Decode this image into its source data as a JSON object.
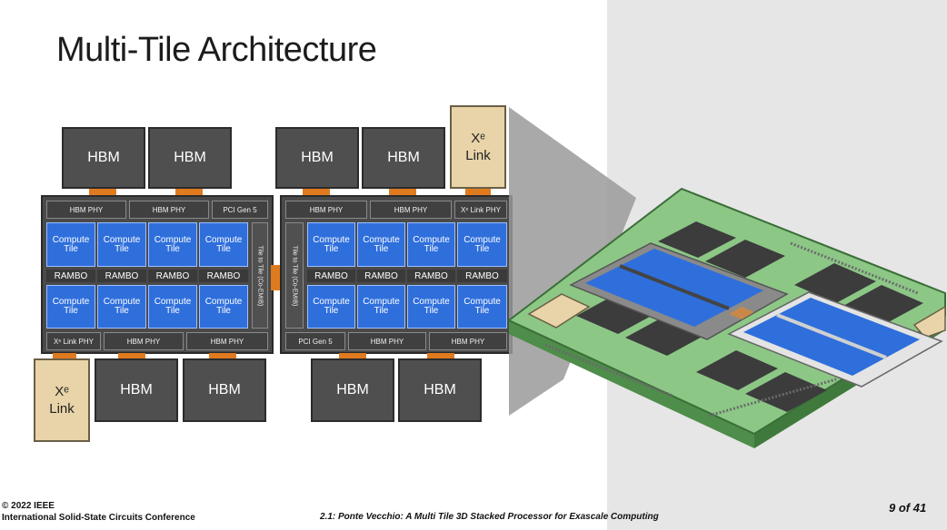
{
  "slide": {
    "title": "Multi-Tile Architecture",
    "copyright": "© 2022 IEEE",
    "conference": "International Solid-State Circuits Conference",
    "paper": "2.1: Ponte Vecchio: A Multi Tile 3D Stacked Processor for Exascale Computing",
    "page": "9 of 41"
  },
  "left_chip": {
    "top_hbm": [
      "HBM",
      "HBM"
    ],
    "bottom_hbm": [
      "HBM",
      "HBM"
    ],
    "xe_link": "Xᵉ\nLink",
    "top_phy": [
      "HBM PHY",
      "HBM PHY",
      "PCI Gen 5"
    ],
    "bottom_phy": [
      "Xᵉ Link PHY",
      "HBM PHY",
      "HBM PHY"
    ],
    "tile_label": "Compute Tile",
    "rambo": "RAMBO",
    "tile_to_tile": "Tile to Tile (Co-EMIB)"
  },
  "right_chip": {
    "top_hbm": [
      "HBM",
      "HBM"
    ],
    "bottom_hbm": [
      "HBM",
      "HBM"
    ],
    "xe_link": "Xᵉ\nLink",
    "top_phy": [
      "HBM PHY",
      "HBM PHY",
      "Xᵉ Link PHY"
    ],
    "bottom_phy": [
      "PCI Gen 5",
      "HBM PHY",
      "HBM PHY"
    ],
    "tile_label": "Compute Tile",
    "rambo": "RAMBO",
    "tile_to_tile": "Tile to Tile (Co-EMIB)"
  },
  "colors": {
    "compute_tile": "#2f6fdc",
    "connector": "#e07a1f",
    "hbm": "#4f4f4f",
    "xe_link": "#e8d4a8",
    "board": "#7fbf7b"
  }
}
